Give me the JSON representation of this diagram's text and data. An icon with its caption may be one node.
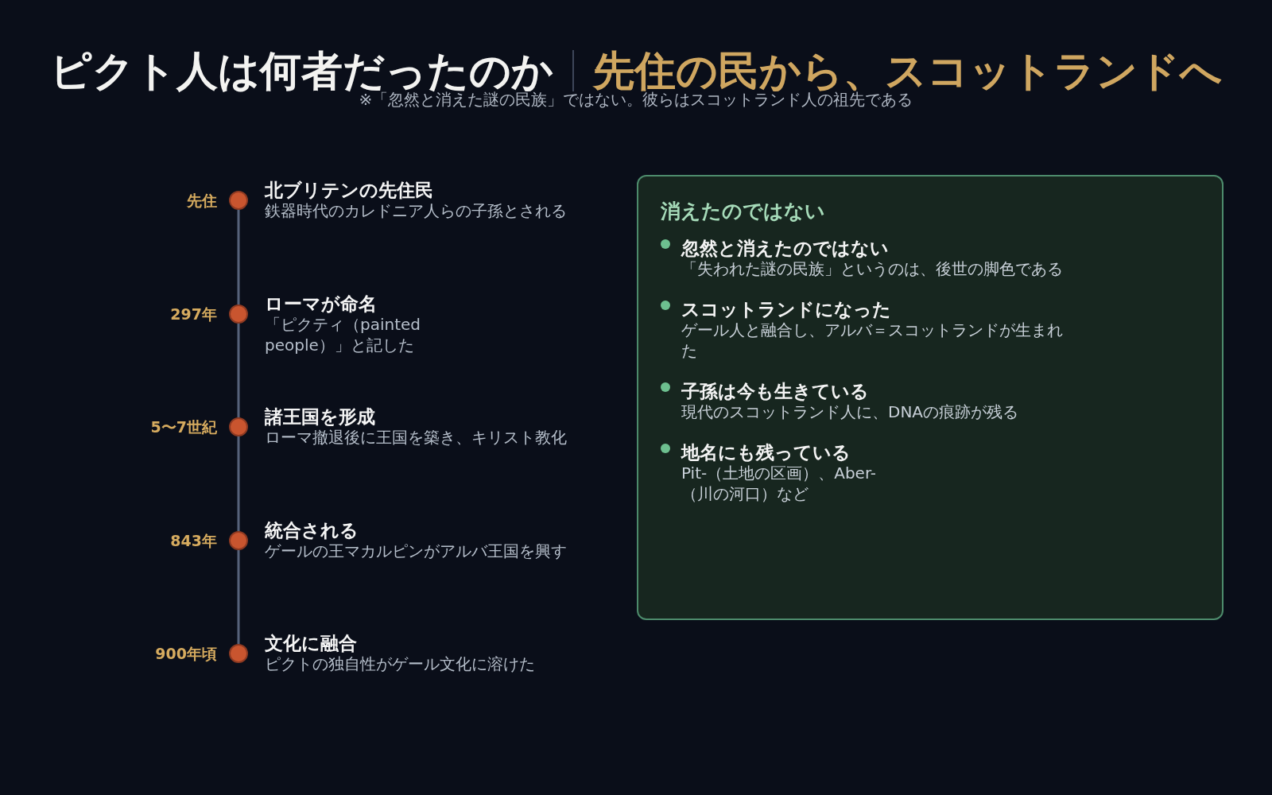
{
  "diagram": {
    "title": "ピクト人は何者だったのか",
    "nodes": [
      {
        "text": [],
        "shape": "circle",
        "beside": [
          "先住",
          "北ブリテンの先住民",
          "鉄器時代のカレドニア人らの子孫とされる"
        ]
      },
      {
        "text": [],
        "shape": "circle",
        "beside": [
          "297年",
          "ローマが命名",
          "「ピクティ（painted people）」と記した"
        ]
      },
      {
        "text": [],
        "shape": "circle",
        "beside": [
          "5〜7世紀",
          "諸王国を形成",
          "ローマ撤退後に王国を築き、キリスト教化"
        ]
      },
      {
        "text": [],
        "shape": "circle",
        "beside": [
          "843年",
          "統合される",
          "ゲールの王マカルピンがアルバ王国を興す"
        ]
      },
      {
        "text": [],
        "shape": "circle",
        "beside": [
          "900年頃",
          "文化に融合",
          "ピクトの独自性がゲール文化に溶けた"
        ]
      },
      {
        "text": [
          "消えたのではない",
          "忽然と消えたのではない",
          "「失われた謎の民族」というのは、後世の脚色である",
          "スコットランドになった",
          "ゲール人と融合し、アルバ＝スコットランドが生まれた",
          "子孫は今も生きている",
          "現代のスコットランド人に、DNAの痕跡が残る",
          "地名にも残っている",
          "Pit-（土地の区画）、Aber-（川の河口）など"
        ]
      }
    ],
    "edges": [
      {
        "from": 0,
        "to": 1,
        "arrow": "none"
      },
      {
        "from": 1,
        "to": 2,
        "arrow": "none"
      },
      {
        "from": 2,
        "to": 3,
        "arrow": "none"
      },
      {
        "from": 3,
        "to": 4,
        "arrow": "none"
      }
    ],
    "labels": [
      "先住の民から、スコットランドへ",
      "※「忽然と消えた謎の民族」ではない。彼らはスコットランド人の祖先である"
    ]
  }
}
